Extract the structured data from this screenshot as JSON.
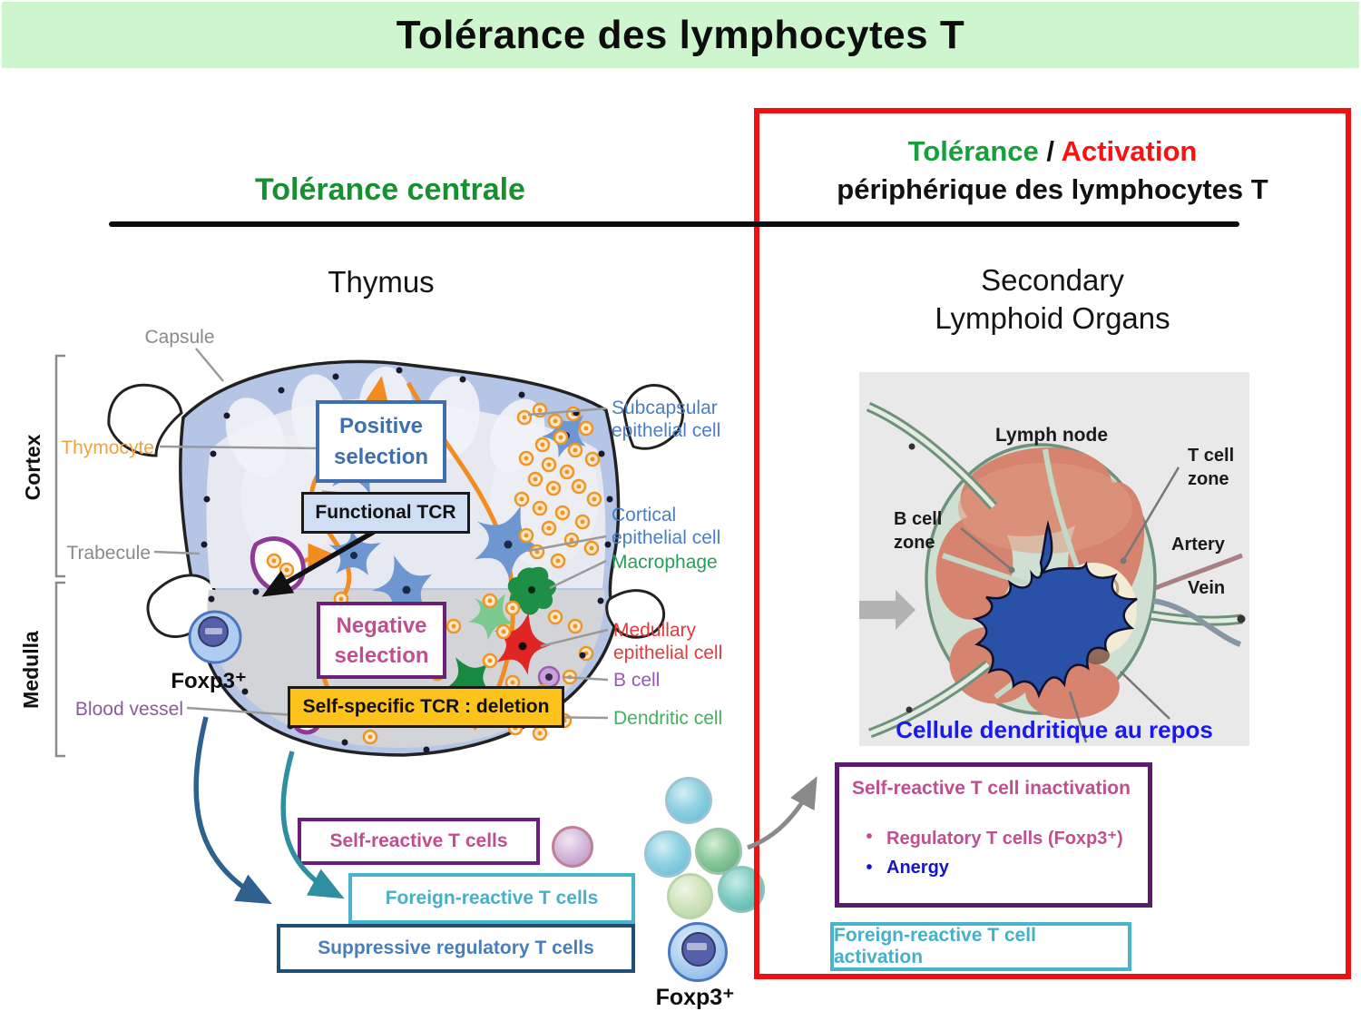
{
  "header": {
    "title": "Tolérance des lymphocytes T"
  },
  "left": {
    "section_title": "Tolérance centrale",
    "figure_title": "Thymus",
    "thymus": {
      "capsule": "Capsule",
      "cortex": "Cortex",
      "medulla": "Medulla",
      "thymocyte": "Thymocyte",
      "trabecule": "Trabecule",
      "blood_vessel": "Blood vessel",
      "foxp3": "Foxp3⁺",
      "subcapsular_line1": "Subcapsular",
      "subcapsular_line2": "epithelial cell",
      "cortical_line1": "Cortical",
      "cortical_line2": "epithelial cell",
      "macrophage": "Macrophage",
      "medullary_line1": "Medullary",
      "medullary_line2": "epithelial cell",
      "b_cell": "B cell",
      "dendritic_cell": "Dendritic cell"
    },
    "callouts": {
      "positive_line1": "Positive",
      "positive_line2": "selection",
      "functional_tcr": "Functional TCR",
      "negative_line1": "Negative",
      "negative_line2": "selection",
      "self_specific_tcr": "Self-specific TCR : deletion"
    },
    "outcomes": {
      "self_reactive": "Self-reactive T cells",
      "foreign_reactive": "Foreign-reactive T cells",
      "suppressive": "Suppressive regulatory T cells",
      "foxp3_cell": "Foxp3⁺"
    }
  },
  "right": {
    "heading": {
      "tolerance": "Tolérance",
      "separator": " / ",
      "activation": "Activation",
      "line2": "périphérique des lymphocytes T"
    },
    "figure_title_line1": "Secondary",
    "figure_title_line2": "Lymphoid Organs",
    "lymph_node": {
      "lymph_node": "Lymph node",
      "t_cell_line1": "T cell",
      "t_cell_line2": "zone",
      "b_cell_line1": "B cell",
      "b_cell_line2": "zone",
      "artery": "Artery",
      "vein": "Vein"
    },
    "dendritic_caption": "Cellule dendritique au repos",
    "inactivation": {
      "title": "Self-reactive T cell inactivation",
      "bullet1": "Regulatory T cells (Foxp3⁺)",
      "bullet2": "Anergy"
    },
    "activation_box": "Foreign-reactive T cell activation"
  },
  "colors": {
    "header_bg": "#cdf6cf",
    "green_accent": "#15912f",
    "red_accent": "#fb1111",
    "red_frame": "#ef1010",
    "pink_text": "#bf4f8e",
    "purple_border": "#6b1f7c",
    "blue_selection": "#3f6fae",
    "teal_accent": "#45b0c8",
    "navy_border": "#1f4e79",
    "steel_blue_text": "#4a7ebb",
    "gold_box": "#fcc31d",
    "caption_blue": "#1a1af0",
    "anergy_blue": "#1414cc"
  }
}
